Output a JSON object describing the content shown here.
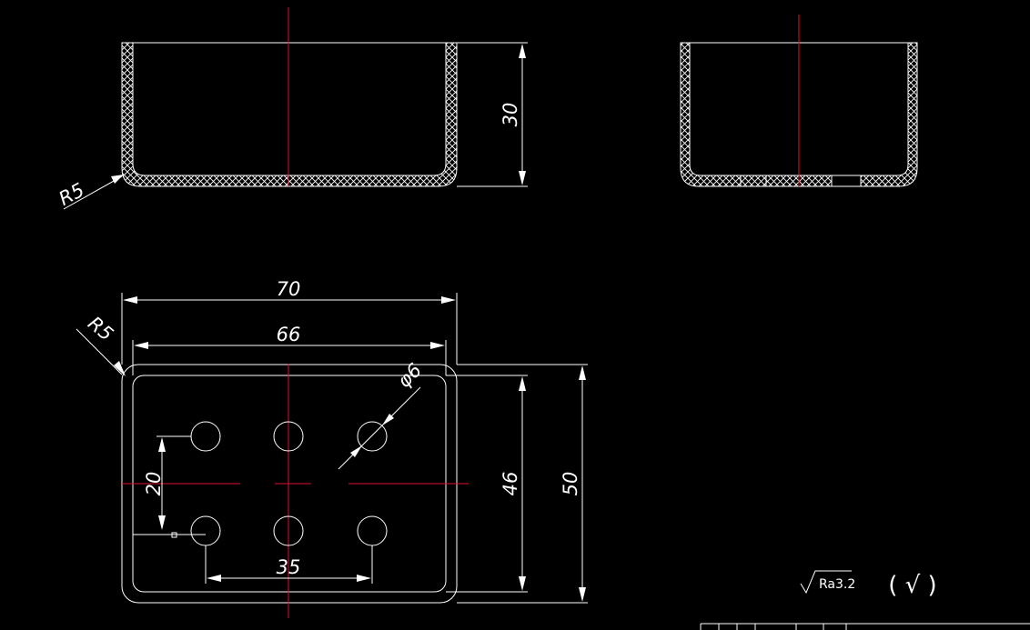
{
  "dimensions": {
    "front_height": "30",
    "front_radius": "R5",
    "top_radius": "R5",
    "outer_width": "70",
    "inner_width": "66",
    "hole_diameter": "φ6",
    "hole_row_spacing": "20",
    "hole_col_spacing": "35",
    "inner_depth": "46",
    "outer_depth": "50"
  },
  "surface_finish": {
    "roughness": "Ra3.2",
    "others_symbol": "( √ )"
  },
  "colors": {
    "background": "#000000",
    "outline": "#ffffff",
    "centerline": "#e0102a"
  }
}
